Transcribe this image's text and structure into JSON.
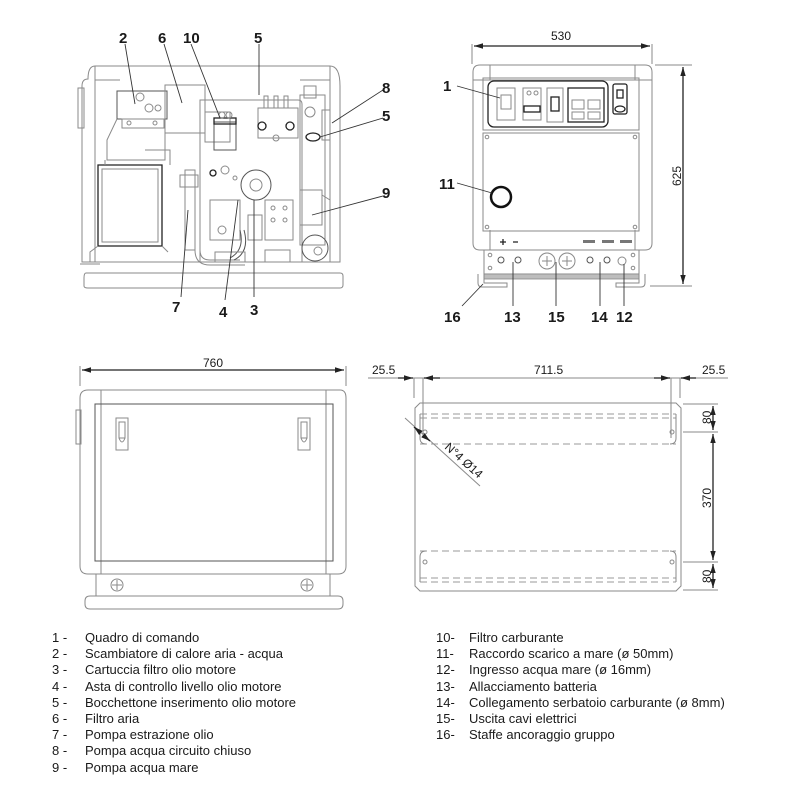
{
  "views": {
    "side_view": {
      "callouts": [
        "2",
        "6",
        "10",
        "5",
        "8",
        "5",
        "9",
        "7",
        "4",
        "3"
      ]
    },
    "front_view": {
      "width_dimension": "530",
      "height_dimension": "625",
      "callouts": [
        "1",
        "11",
        "16",
        "13",
        "15",
        "14",
        "12"
      ]
    },
    "rear_view": {
      "width_dimension": "760"
    },
    "base_view": {
      "left_offset": "25.5",
      "hole_spacing": "711.5",
      "right_offset": "25.5",
      "top_rail": "80",
      "middle_span": "370",
      "bottom_rail": "80",
      "hole_note": "N°4 Ø14"
    }
  },
  "legend": {
    "left": [
      {
        "num": "1 -",
        "text": "Quadro di comando"
      },
      {
        "num": "2 -",
        "text": "Scambiatore di calore aria - acqua"
      },
      {
        "num": "3 -",
        "text": "Cartuccia filtro olio motore"
      },
      {
        "num": "4 -",
        "text": "Asta di controllo livello olio motore"
      },
      {
        "num": "5 -",
        "text": "Bocchettone inserimento olio motore"
      },
      {
        "num": "6 -",
        "text": "Filtro aria"
      },
      {
        "num": "7 -",
        "text": "Pompa estrazione olio"
      },
      {
        "num": "8 -",
        "text": "Pompa acqua circuito chiuso"
      },
      {
        "num": "9 -",
        "text": "Pompa acqua mare"
      }
    ],
    "right": [
      {
        "num": "10-",
        "text": "Filtro carburante"
      },
      {
        "num": "11-",
        "text": "Raccordo scarico a mare (ø 50mm)"
      },
      {
        "num": "12-",
        "text": "Ingresso acqua mare (ø 16mm)"
      },
      {
        "num": "13-",
        "text": "Allacciamento batteria"
      },
      {
        "num": "14-",
        "text": "Collegamento serbatoio carburante (ø 8mm)"
      },
      {
        "num": "15-",
        "text": "Uscita cavi elettrici"
      },
      {
        "num": "16-",
        "text": "Staffe ancoraggio gruppo"
      }
    ]
  },
  "colors": {
    "line": "#8a8a8a",
    "ink": "#1a1a1a"
  }
}
